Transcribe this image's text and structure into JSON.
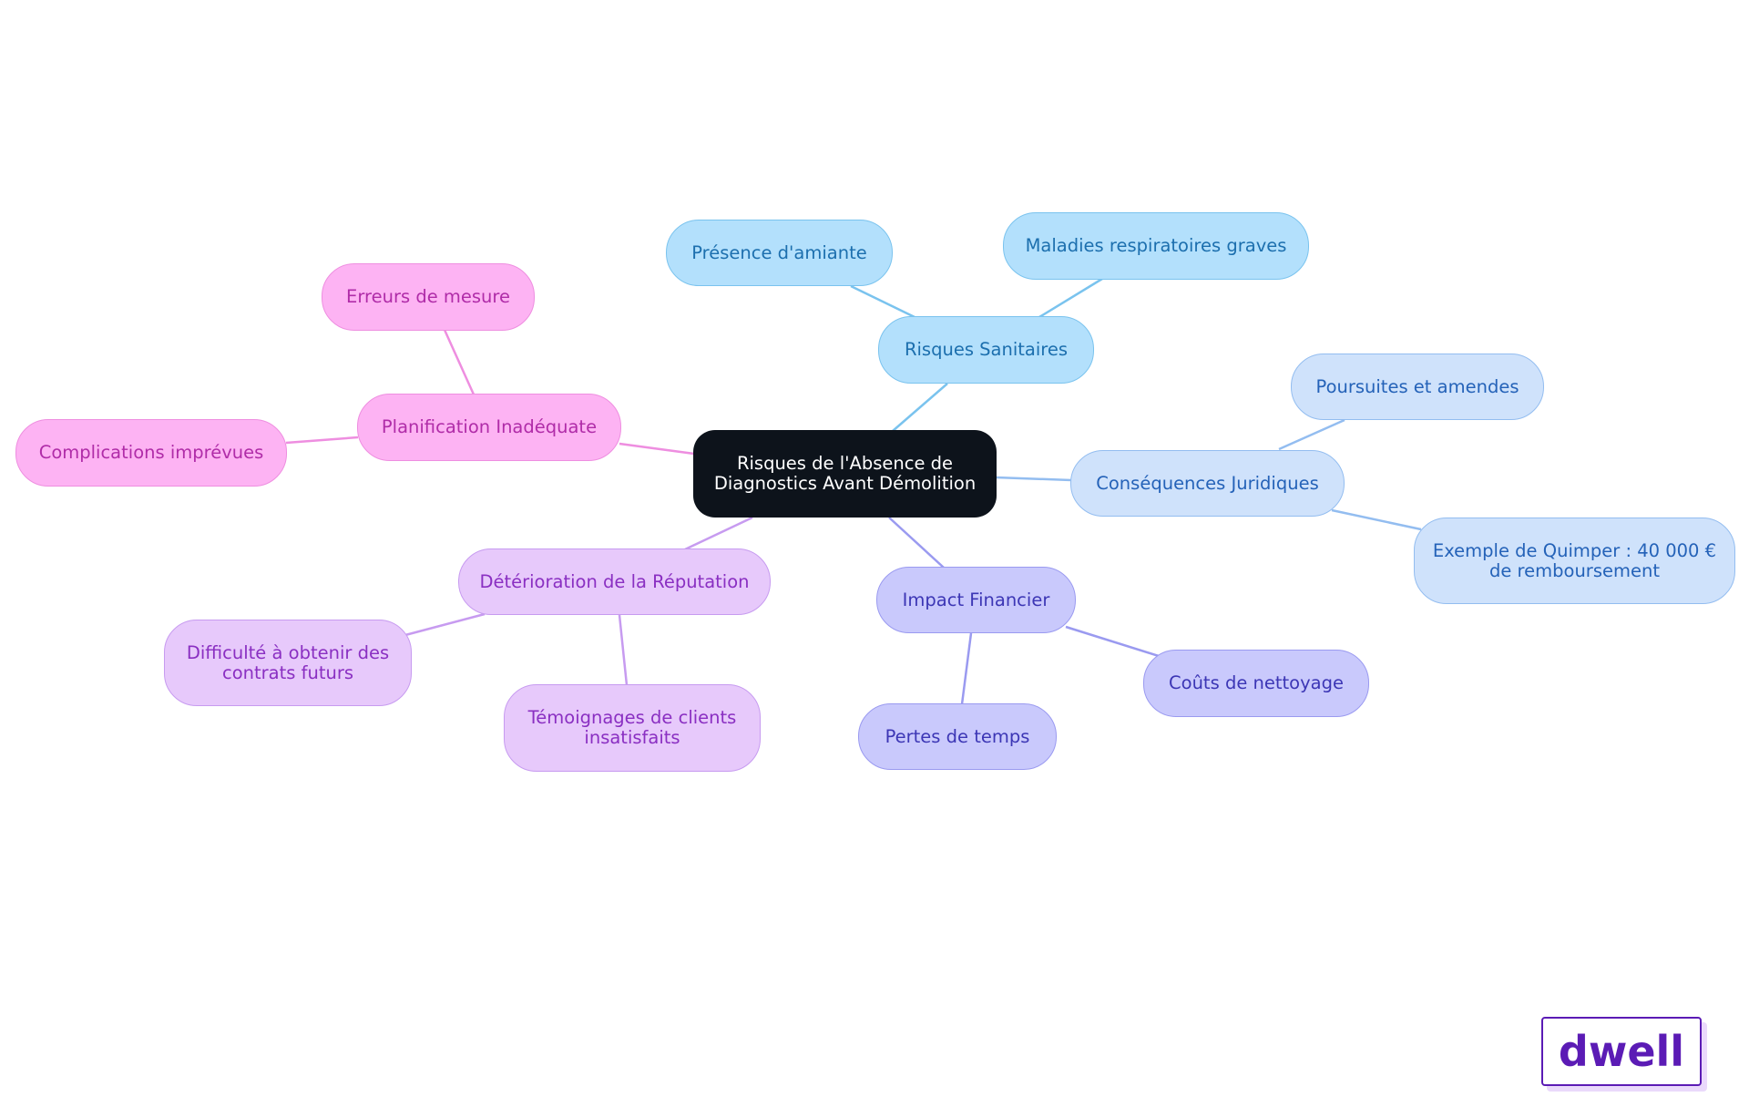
{
  "mindmap": {
    "root": "Risques de l'Absence de\nDiagnostics Avant Démolition",
    "branches": {
      "health": {
        "label": "Risques Sanitaires",
        "color": "#7ac3ee",
        "children": [
          "Présence d'amiante",
          "Maladies respiratoires graves"
        ]
      },
      "legal": {
        "label": "Conséquences Juridiques",
        "color": "#93bdf0",
        "children": [
          "Poursuites et amendes",
          "Exemple de Quimper : 40 000 €\nde remboursement"
        ]
      },
      "financial": {
        "label": "Impact Financier",
        "color": "#9a9af0",
        "children": [
          "Coûts de nettoyage",
          "Pertes de temps"
        ]
      },
      "reputation": {
        "label": "Détérioration de la Réputation",
        "color": "#c79bf0",
        "children": [
          "Difficulté à obtenir des\ncontrats futurs",
          "Témoignages de clients\ninsatisfaits"
        ]
      },
      "planning": {
        "label": "Planification Inadéquate",
        "color": "#ee8ee0",
        "children": [
          "Erreurs de mesure",
          "Complications imprévues"
        ]
      }
    }
  },
  "logo": {
    "text": "dwell",
    "color": "#5b1bb5"
  }
}
